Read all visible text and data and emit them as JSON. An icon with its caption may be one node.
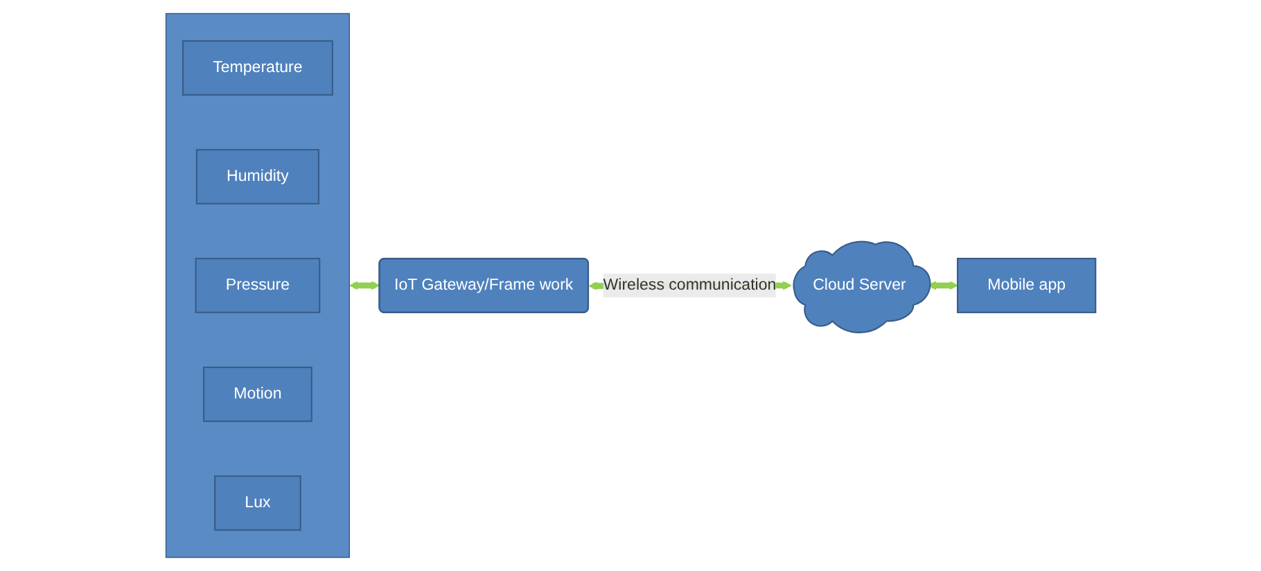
{
  "diagram": {
    "nodes": [
      {
        "text": [],
        "shape": "box"
      },
      {
        "text": [
          "Temperature"
        ],
        "in": 0
      },
      {
        "text": [
          "Humidity"
        ],
        "in": 0
      },
      {
        "text": [
          "Pressure"
        ],
        "in": 0
      },
      {
        "text": [
          "Motion"
        ],
        "in": 0
      },
      {
        "text": [
          "Lux"
        ],
        "in": 0
      },
      {
        "text": [
          "IoT Gateway/Frame work"
        ]
      },
      {
        "text": [
          "Cloud Server"
        ]
      },
      {
        "text": [
          "Mobile app"
        ]
      }
    ],
    "edges": [
      {
        "from": 0,
        "to": 6,
        "arrow": "both"
      },
      {
        "from": 6,
        "to": 7,
        "arrow": "both",
        "label": "Wireless communication"
      },
      {
        "from": 7,
        "to": 8,
        "arrow": "both"
      }
    ]
  }
}
